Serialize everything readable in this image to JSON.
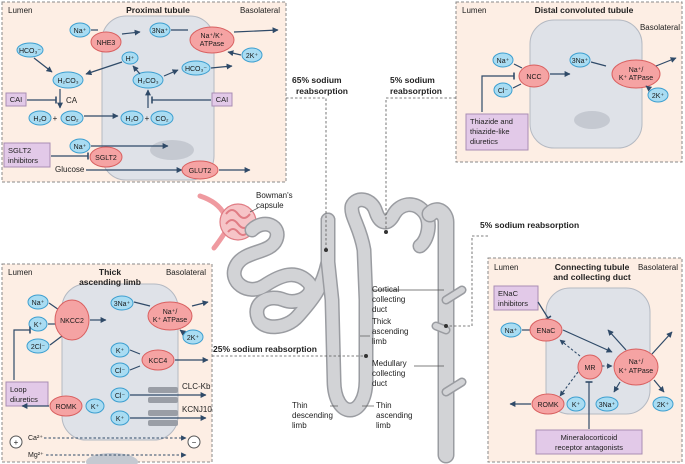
{
  "colors": {
    "panel_fill": "#fdeee4",
    "panel_border": "#8a8a8a",
    "cell_fill": "#dfe2e8",
    "cell_stroke": "#b4b9c2",
    "ion_fill": "#a9dcf2",
    "ion_stroke": "#3d9fd0",
    "transporter_fill": "#f5a3a3",
    "transporter_stroke": "#d96060",
    "drug_fill": "#e2c9e8",
    "drug_stroke": "#a98db3",
    "arrow": "#2f4a68",
    "tubule_fill": "#d2d3d6",
    "tubule_stroke": "#9a9ca1",
    "glomerulus": "#ef9aa0"
  },
  "center": {
    "bowmans_capsule": [
      "Bowman's",
      "capsule"
    ],
    "pct_reabsorption": [
      "65% sodium",
      "reabsorption"
    ],
    "dct_reabsorption": [
      "5% sodium",
      "reabsorption"
    ],
    "cd_reabsorption": "5% sodium reabsorption",
    "tal_reabsorption": "25% sodium reabsorption",
    "cortical_cd": [
      "Cortical",
      "collecting",
      "duct"
    ],
    "thick_al": [
      "Thick",
      "ascending",
      "limb"
    ],
    "medullary_cd": [
      "Medullary",
      "collecting",
      "duct"
    ],
    "thin_dl": [
      "Thin",
      "descending",
      "limb"
    ],
    "thin_al": [
      "Thin",
      "ascending",
      "limb"
    ]
  },
  "pt": {
    "title": "Proximal tubule",
    "lumen": "Lumen",
    "basolateral": "Basolateral",
    "na": "Na⁺",
    "nhe3": "NHE3",
    "three_na": "3Na⁺",
    "atpase": [
      "Na⁺/K⁺",
      "ATPase"
    ],
    "two_k": "2K⁺",
    "hco3_lumen": "HCO₃⁻",
    "h": "H⁺",
    "h2co3_lumen": "H₂CO₃",
    "h2co3_cell": "H₂CO₃",
    "hco3_cell": "HCO₃⁻",
    "cai_left": "CAI",
    "ca": "CA",
    "cai_right": "CAI",
    "h2o_lumen": "H₂O",
    "co2_lumen": "CO₂",
    "h2o_cell": "H₂O",
    "co2_cell": "CO₂",
    "plus_lumen": "+",
    "plus_cell": "+",
    "na_sglt": "Na⁺",
    "sglt2": "SGLT2",
    "sglt2_inhibitors": [
      "SGLT2",
      "inhibitors"
    ],
    "glucose": "Glucose",
    "glut2": "GLUT2"
  },
  "dct": {
    "title": "Distal convoluted tubule",
    "lumen": "Lumen",
    "basolateral": "Basolateral",
    "na": "Na⁺",
    "ncc": "NCC",
    "three_na": "3Na⁺",
    "atpase": [
      "Na⁺/",
      "K⁺ ATPase"
    ],
    "cl": "Cl⁻",
    "two_k": "2K⁺",
    "drug": [
      "Thiazide and",
      "thiazide-like",
      "diuretics"
    ]
  },
  "tal": {
    "title": [
      "Thick",
      "ascending limb"
    ],
    "lumen": "Lumen",
    "basolateral": "Basolateral",
    "na": "Na⁺",
    "k": "K⁺",
    "two_cl": "2Cl⁻",
    "nkcc2": "NKCC2",
    "three_na": "3Na⁺",
    "atpase": [
      "Na⁺/",
      "K⁺ ATPase"
    ],
    "two_k": "2K⁺",
    "k_cell": "K⁺",
    "kcc4": "KCC4",
    "cl_cell": "Cl⁻",
    "cl_clckb": "Cl⁻",
    "clckb": "CLC-Kb",
    "k_kcnj": "K⁺",
    "kcnj10": "KCNJ10",
    "romk": "ROMK",
    "k_romk": "K⁺",
    "drug": [
      "Loop",
      "diuretics"
    ],
    "plus": "+",
    "minus": "−",
    "ca": "Ca²⁺",
    "mg": "Mg²⁺"
  },
  "cd": {
    "title": [
      "Connecting tubule",
      "and collecting duct"
    ],
    "lumen": "Lumen",
    "basolateral": "Basolateral",
    "enac_inhibitors": [
      "ENaC",
      "inhibitors"
    ],
    "na": "Na⁺",
    "enac": "ENaC",
    "mr": "MR",
    "atpase": [
      "Na⁺/",
      "K⁺ ATPase"
    ],
    "romk": "ROMK",
    "k": "K⁺",
    "three_na": "3Na⁺",
    "two_k": "2K⁺",
    "mra": [
      "Mineralocorticoid",
      "receptor antagonists"
    ]
  }
}
